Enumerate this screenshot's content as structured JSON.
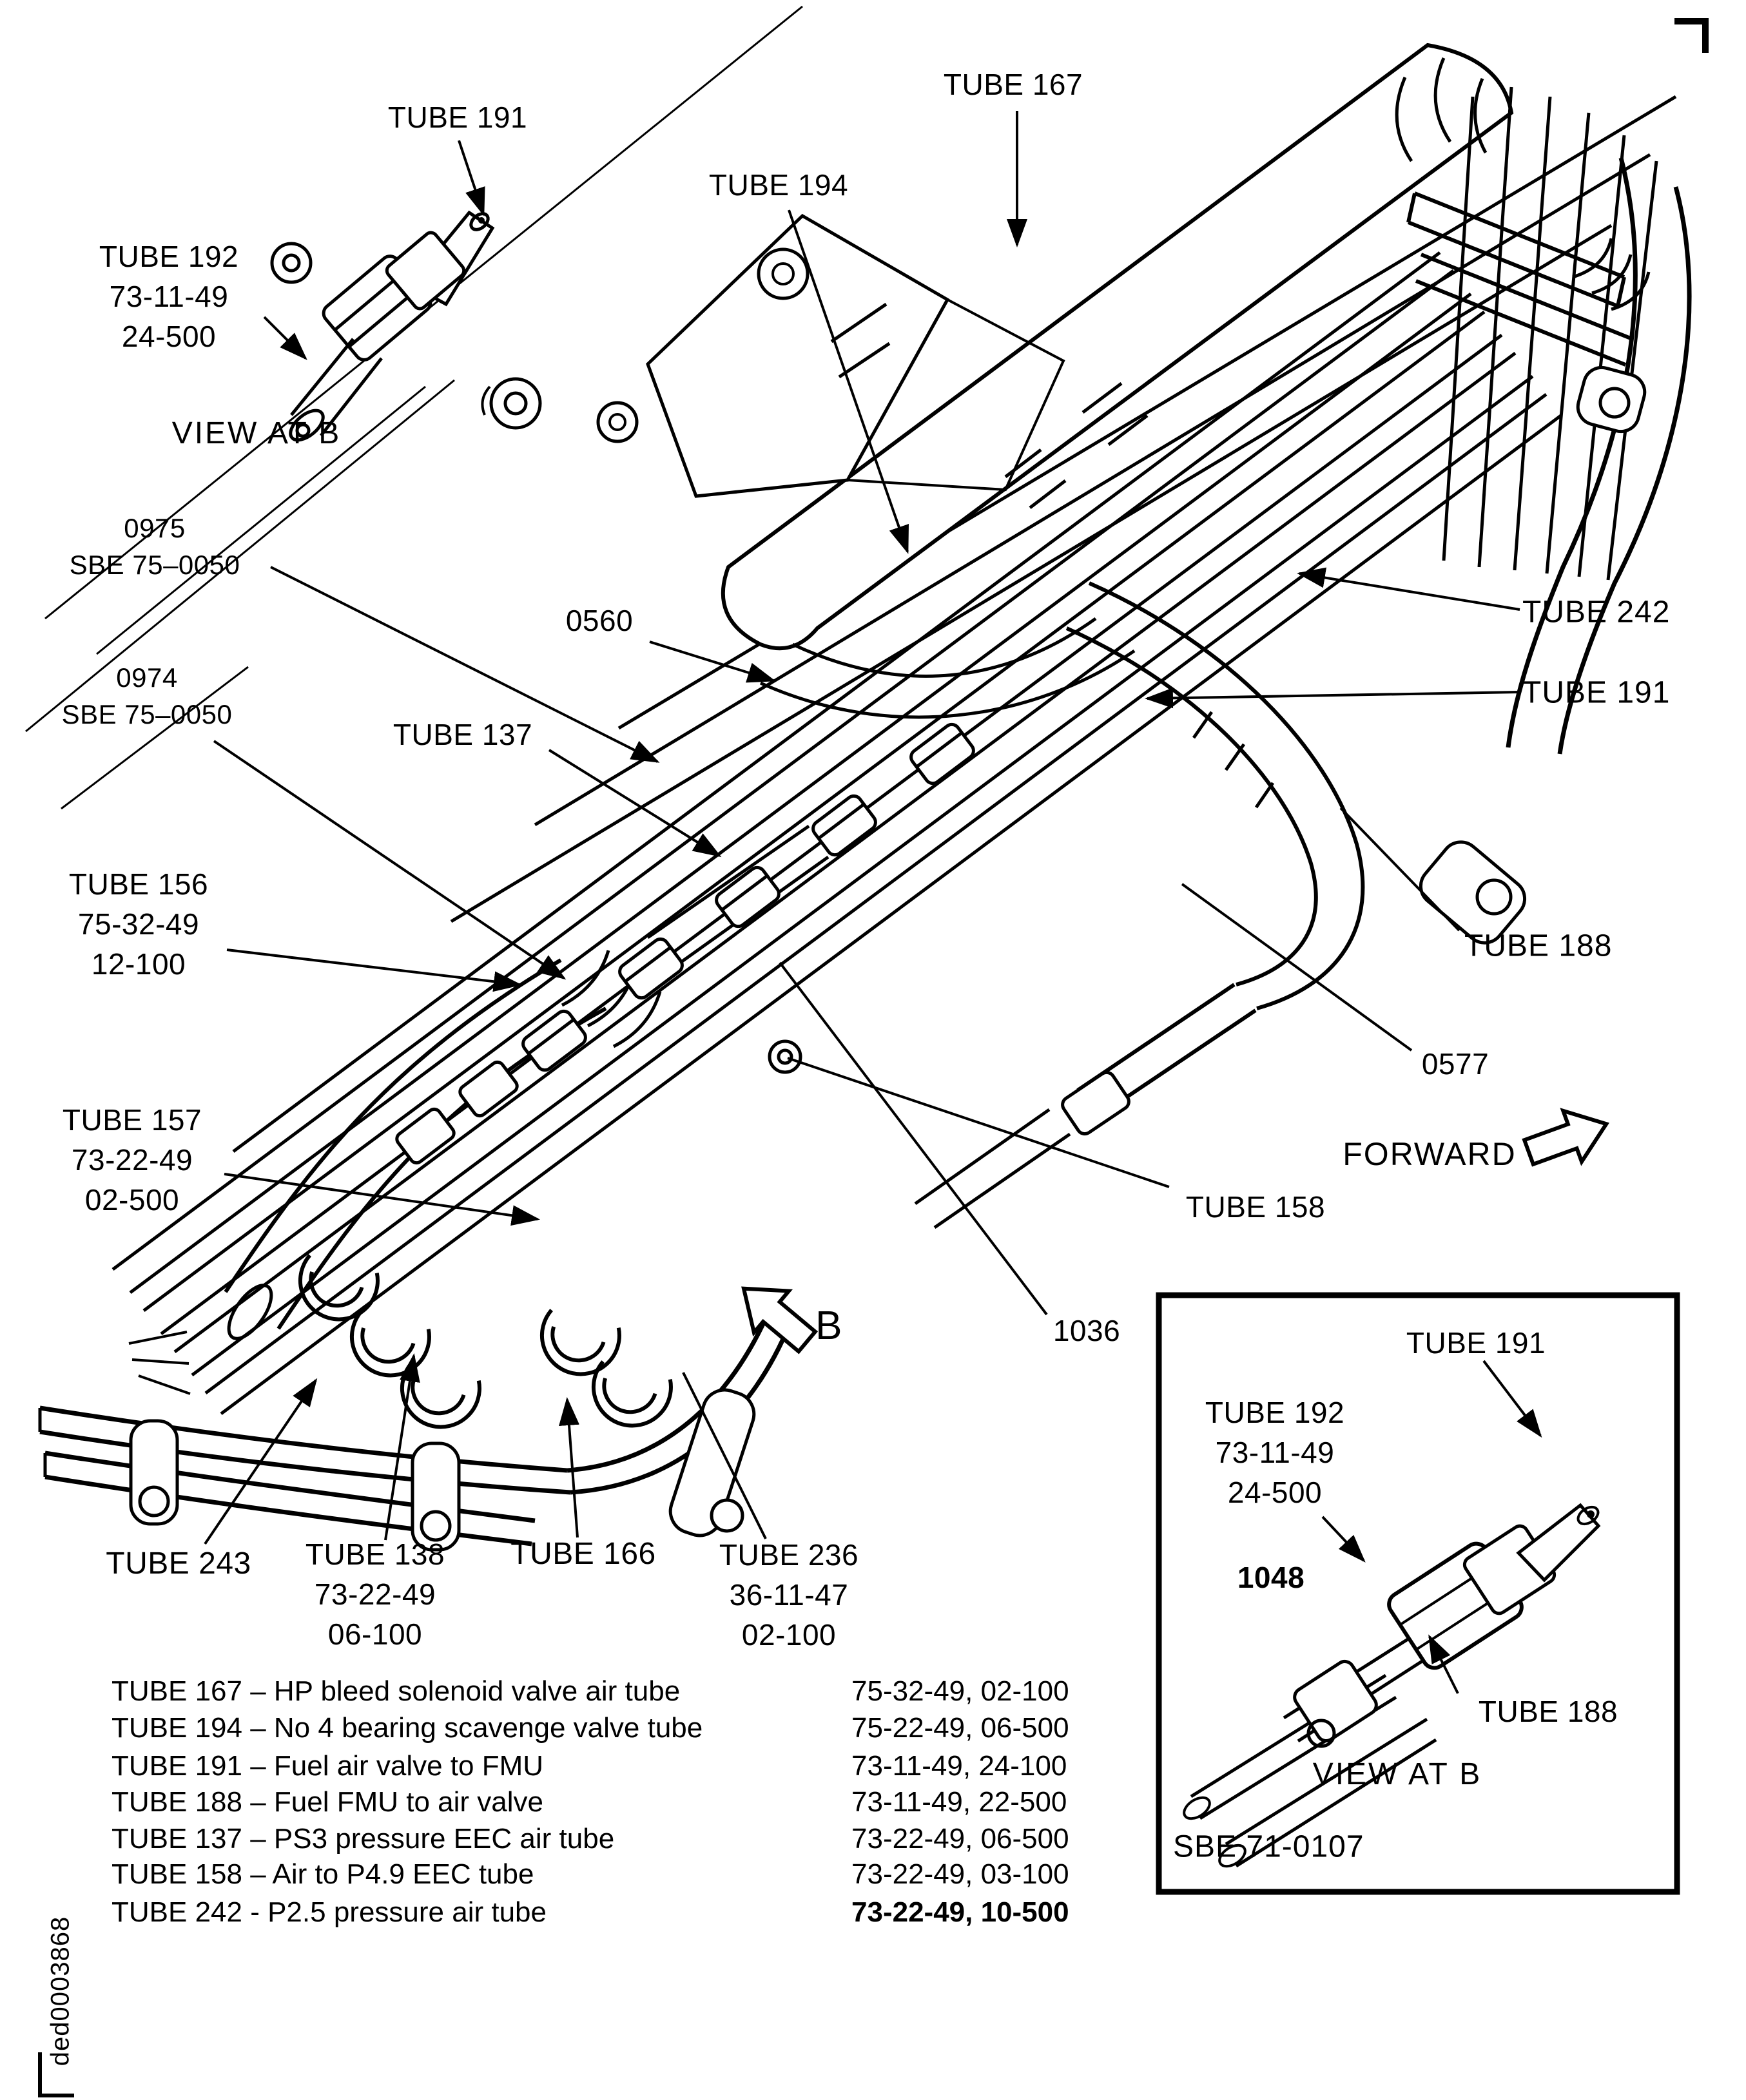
{
  "figure": {
    "side_code": "ded0003868"
  },
  "callouts": {
    "tube191_top": "TUBE 191",
    "tube192": {
      "l1": "TUBE 192",
      "l2": "73-11-49",
      "l3": "24-500"
    },
    "view_at_b": "VIEW AT B",
    "tube194": "TUBE 194",
    "tube167": "TUBE 167",
    "p0975": {
      "l1": "0975",
      "l2": "SBE 75–0050"
    },
    "p0974": {
      "l1": "0974",
      "l2": "SBE 75–0050"
    },
    "p0560": "0560",
    "tube137": "TUBE 137",
    "tube156": {
      "l1": "TUBE 156",
      "l2": "75-32-49",
      "l3": "12-100"
    },
    "tube157": {
      "l1": "TUBE 157",
      "l2": "73-22-49",
      "l3": "02-500"
    },
    "tube242": "TUBE 242",
    "tube191_right": "TUBE 191",
    "tube188": "TUBE 188",
    "p0577": "0577",
    "forward": "FORWARD",
    "tube158": "TUBE 158",
    "p1036": "1036",
    "detail_b": "B",
    "tube243": "TUBE 243",
    "tube138": {
      "l1": "TUBE 138",
      "l2": "73-22-49",
      "l3": "06-100"
    },
    "tube166": "TUBE 166",
    "tube236": {
      "l1": "TUBE 236",
      "l2": "36-11-47",
      "l3": "02-100"
    }
  },
  "inset": {
    "tube191": "TUBE 191",
    "tube192": {
      "l1": "TUBE 192",
      "l2": "73-11-49",
      "l3": "24-500"
    },
    "p1048": "1048",
    "tube188": "TUBE 188",
    "caption": "VIEW AT B",
    "figure_ref": "SBE 71-0107"
  },
  "legend": {
    "rows": [
      {
        "label": "TUBE 167 – HP bleed solenoid valve air tube",
        "ref": "75-32-49, 02-100"
      },
      {
        "label": "TUBE 194 – No 4 bearing scavenge valve tube",
        "ref": "75-22-49, 06-500"
      },
      {
        "label": "TUBE 191 – Fuel air valve to FMU",
        "ref": "73-11-49, 24-100"
      },
      {
        "label": "TUBE 188 – Fuel FMU to air valve",
        "ref": "73-11-49, 22-500"
      },
      {
        "label": "TUBE 137 – PS3 pressure EEC air tube",
        "ref": "73-22-49, 06-500"
      },
      {
        "label": "TUBE 158 – Air to P4.9 EEC tube",
        "ref": "73-22-49, 03-100"
      },
      {
        "label": "TUBE 242 - P2.5 pressure air tube",
        "ref": "73-22-49, 10-500"
      }
    ]
  }
}
